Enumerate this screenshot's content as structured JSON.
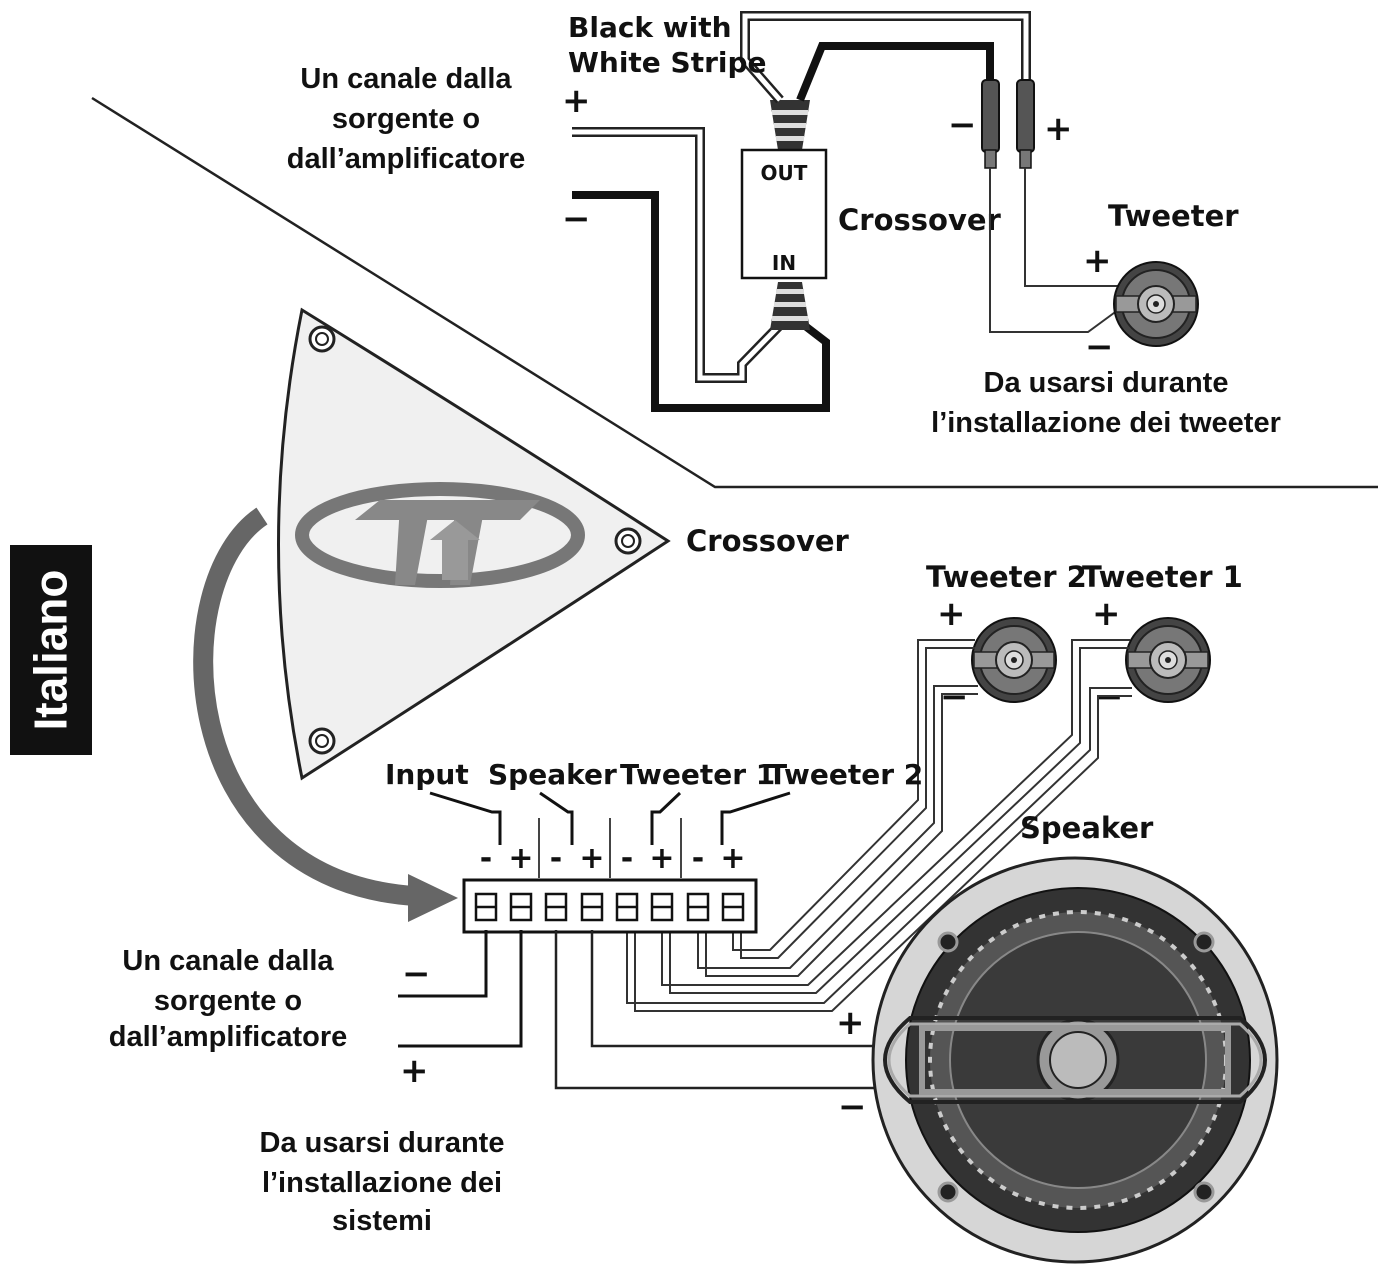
{
  "top_diagram": {
    "source_label": [
      "Un canale dalla",
      "sorgente o",
      "dall’amplificatore"
    ],
    "wire_label": [
      "Black with",
      "White Stripe"
    ],
    "crossover_out": "OUT",
    "crossover_in": "IN",
    "crossover_label": "Crossover",
    "tweeter_label": "Tweeter",
    "caption": [
      "Da usarsi durante",
      "l’installazione dei tweeter"
    ]
  },
  "side_tab": {
    "language": "Italiano"
  },
  "bottom_diagram": {
    "crossover_label": "Crossover",
    "tweeter2_label": "Tweeter 2",
    "tweeter1_label": "Tweeter 1",
    "terminal_groups": [
      "Input",
      "Speaker",
      "Tweeter 1",
      "Tweeter 2"
    ],
    "speaker_label": "Speaker",
    "source_label": [
      "Un canale dalla",
      "sorgente o",
      "dall’amplificatore"
    ],
    "caption": [
      "Da usarsi durante",
      "l’installazione dei",
      "sistemi"
    ]
  },
  "signs": {
    "plus": "+",
    "minus": "−",
    "dash": "-"
  }
}
